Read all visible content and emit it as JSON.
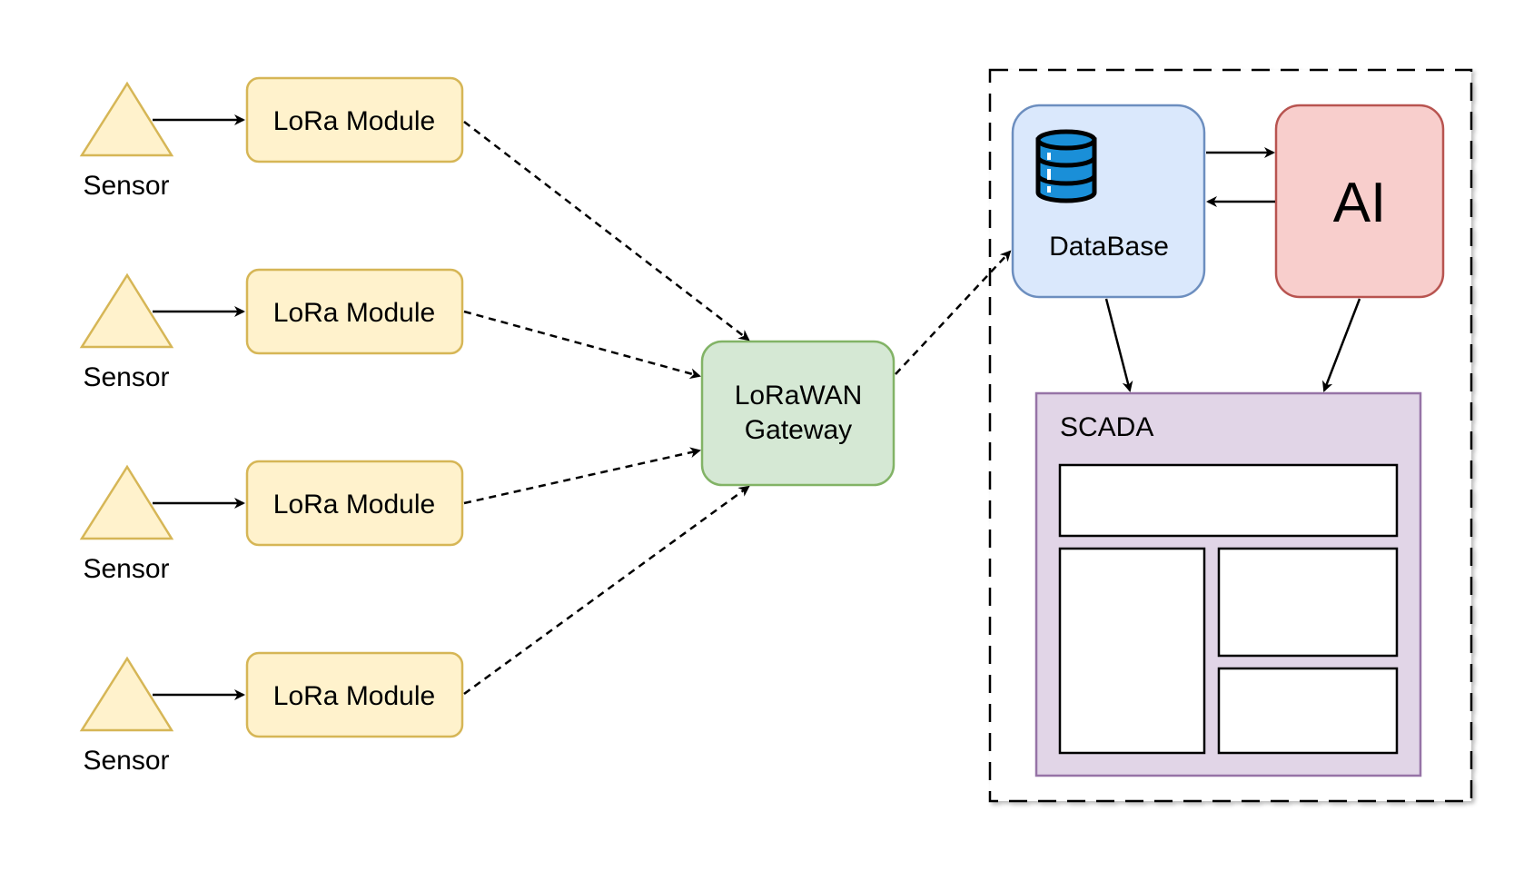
{
  "nodes": {
    "sensors": [
      {
        "label": "Sensor"
      },
      {
        "label": "Sensor"
      },
      {
        "label": "Sensor"
      },
      {
        "label": "Sensor"
      }
    ],
    "modules": [
      {
        "label": "LoRa Module"
      },
      {
        "label": "LoRa Module"
      },
      {
        "label": "LoRa Module"
      },
      {
        "label": "LoRa Module"
      }
    ],
    "gateway": {
      "line1": "LoRaWAN",
      "line2": "Gateway"
    },
    "database": {
      "label": "DataBase",
      "icon": "database-icon"
    },
    "ai": {
      "label": "AI"
    },
    "scada": {
      "label": "SCADA"
    }
  },
  "colors": {
    "sensor_fill": "#fff2cc",
    "sensor_stroke": "#d6b656",
    "gateway_fill": "#d5e8d4",
    "gateway_stroke": "#82b366",
    "database_fill": "#dae8fc",
    "database_stroke": "#6c8ebf",
    "ai_fill": "#f8cecc",
    "ai_stroke": "#b85450",
    "scada_fill": "#e1d5e7",
    "scada_stroke": "#9673a6",
    "db_icon": "#1a8fd8"
  },
  "edges": [
    {
      "from": "sensor-1",
      "to": "module-1",
      "style": "solid"
    },
    {
      "from": "sensor-2",
      "to": "module-2",
      "style": "solid"
    },
    {
      "from": "sensor-3",
      "to": "module-3",
      "style": "solid"
    },
    {
      "from": "sensor-4",
      "to": "module-4",
      "style": "solid"
    },
    {
      "from": "module-1",
      "to": "gateway",
      "style": "dashed"
    },
    {
      "from": "module-2",
      "to": "gateway",
      "style": "dashed"
    },
    {
      "from": "module-3",
      "to": "gateway",
      "style": "dashed"
    },
    {
      "from": "module-4",
      "to": "gateway",
      "style": "dashed"
    },
    {
      "from": "gateway",
      "to": "database",
      "style": "dashed"
    },
    {
      "from": "database",
      "to": "ai",
      "style": "solid"
    },
    {
      "from": "ai",
      "to": "database",
      "style": "solid"
    },
    {
      "from": "database",
      "to": "scada",
      "style": "solid"
    },
    {
      "from": "ai",
      "to": "scada",
      "style": "solid"
    }
  ]
}
